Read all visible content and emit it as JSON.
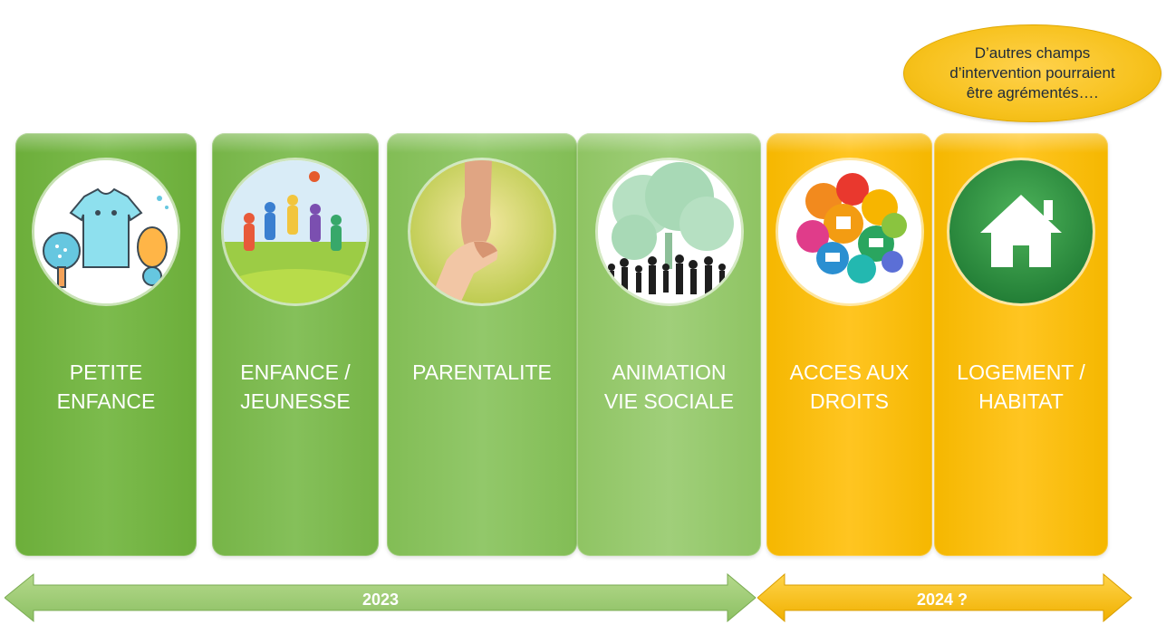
{
  "note": {
    "text": "D’autres champs\nd’intervention pourraient\nêtre agrémentés…."
  },
  "columns": [
    {
      "label": "PETITE\nENFANCE",
      "icon": "baby-items-icon",
      "color": "#6cae3a"
    },
    {
      "label": "ENFANCE /\nJEUNESSE",
      "icon": "children-jumping-icon",
      "color": "#76b447"
    },
    {
      "label": "PARENTALITE",
      "icon": "holding-hands-icon",
      "color": "#82bd55"
    },
    {
      "label": "ANIMATION\nVIE SOCIALE",
      "icon": "tree-people-icon",
      "color": "#8fc463"
    },
    {
      "label": "ACCES AUX\nDROITS",
      "icon": "rights-icons-cluster",
      "color": "#f5b700"
    },
    {
      "label": "LOGEMENT /\nHABITAT",
      "icon": "house-icon",
      "color": "#f5b700"
    }
  ],
  "arrows": [
    {
      "label": "2023",
      "color": "#8fc463"
    },
    {
      "label": "2024 ?",
      "color": "#f5b700"
    }
  ]
}
